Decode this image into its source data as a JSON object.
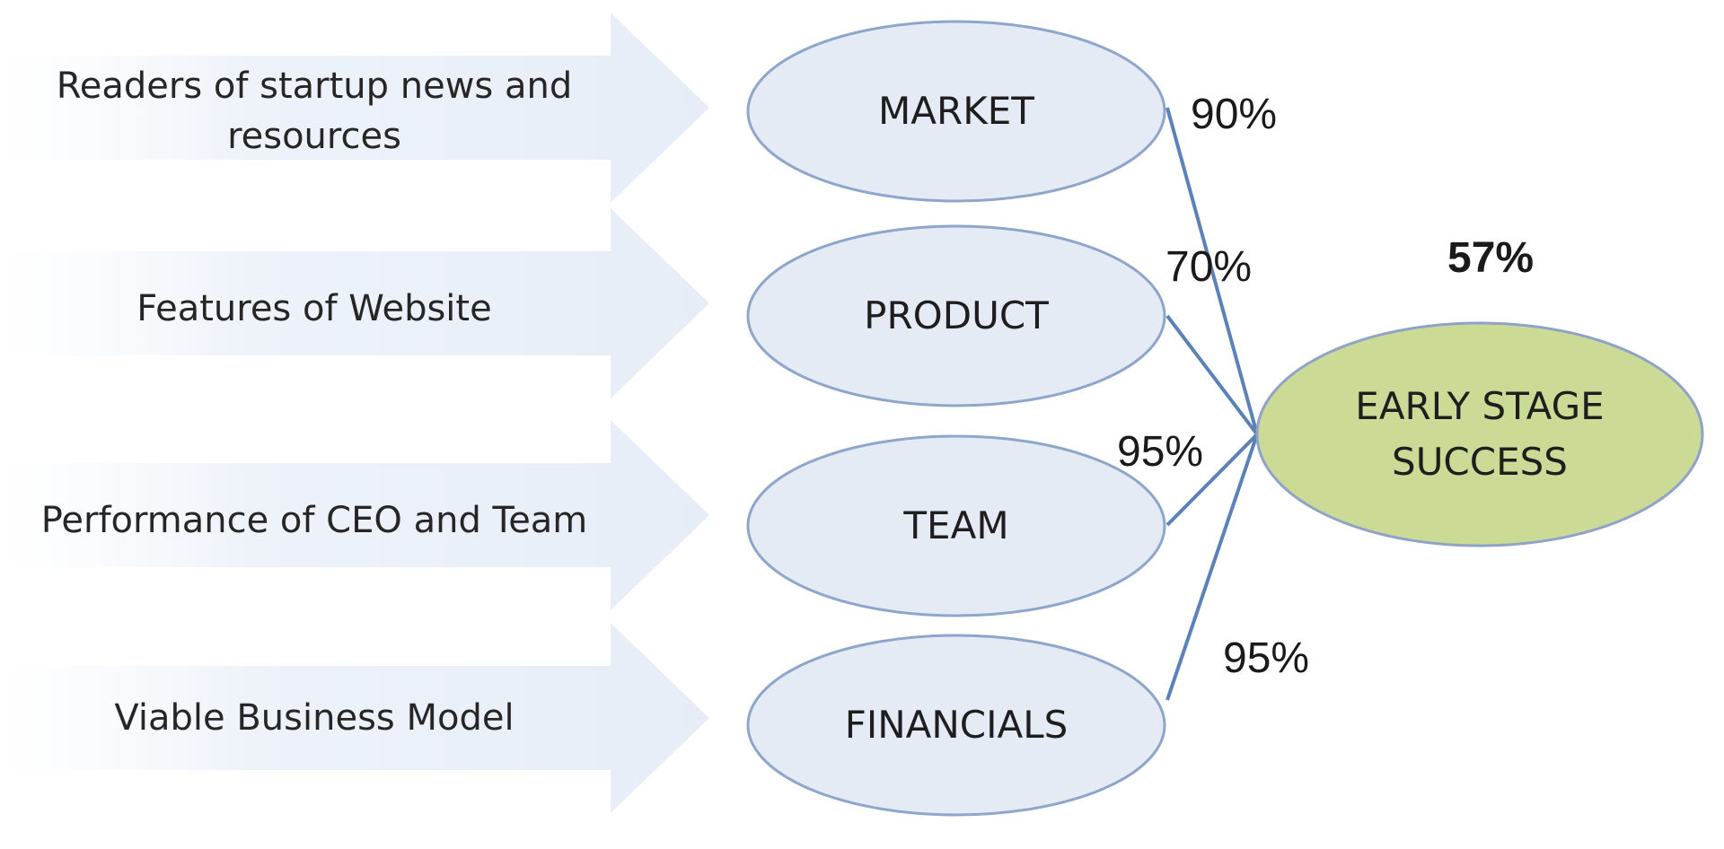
{
  "inputs": [
    {
      "label": "Readers of startup news and resources"
    },
    {
      "label": "Features of Website"
    },
    {
      "label": "Performance of CEO and Team"
    },
    {
      "label": "Viable Business Model"
    }
  ],
  "factors": [
    {
      "label": "MARKET",
      "percent": "90%"
    },
    {
      "label": "PRODUCT",
      "percent": "70%"
    },
    {
      "label": "TEAM",
      "percent": "95%"
    },
    {
      "label": "FINANCIALS",
      "percent": "95%"
    }
  ],
  "outcome": {
    "label": "EARLY STAGE SUCCESS",
    "percent": "57%"
  },
  "colors": {
    "arrow_fill": "#eef3fa",
    "factor_fill": "#e4ebf5",
    "factor_stroke": "#8ea6cb",
    "outcome_fill": "#cbdb95",
    "outcome_stroke": "#8fa2c7",
    "connector": "#5a82b8"
  }
}
